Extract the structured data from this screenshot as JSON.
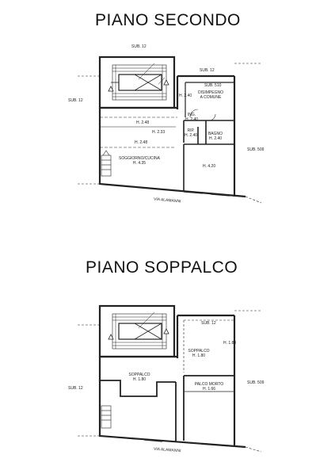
{
  "plans": [
    {
      "title": "PIANO SECONDO",
      "labels": {
        "sub12_top": "SUB. 12",
        "sub12_right": "SUB. 12",
        "sub12_left": "SUB. 12",
        "sub510": "SUB. 510",
        "sub509": "SUB. 509",
        "disimpegno": "DISIMPEGNO\nA COMUNE",
        "h240": "H. 2.40",
        "h240b": "H. 2.40",
        "ing": "ING.\nH. 2.40",
        "h248a": "H. 2.48",
        "h233": "H. 2.33",
        "h248b": "H. 2.48",
        "rip": "RIP.\nH. 2.40",
        "bagno": "BAGNO\nH. 2.40",
        "soggiorno": "SOGGIORNO/CUCINA\nH. 4.35",
        "h420": "H. 4.20",
        "street": "VIA ALAMANNI"
      }
    },
    {
      "title": "PIANO SOPPALCO",
      "labels": {
        "sub12_right": "SUB. 12",
        "sub12_left": "SUB. 12",
        "sub509": "SUB. 509",
        "soppalco_a": "SOPPALCO\nH. 1.80",
        "h180": "H. 1.80",
        "soppalco_b": "SOPPALCO\nH. 1.80",
        "palco_morto": "PALCO MORTO\nH. 1.66",
        "street": "VIA ALAMANNI"
      }
    }
  ]
}
